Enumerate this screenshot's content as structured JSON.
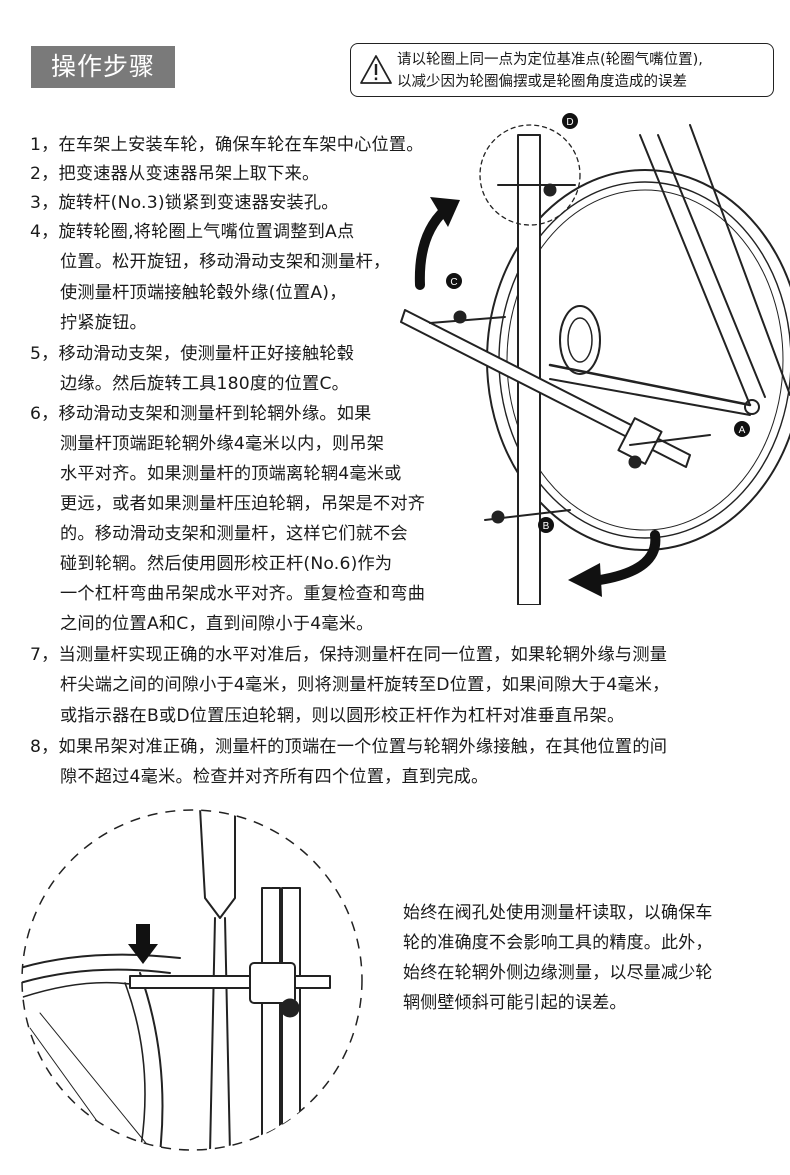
{
  "header": {
    "title": "操作步骤",
    "notice_lines": [
      "请以轮圈上同一点为定位基准点(轮圈气嘴位置),",
      "以减少因为轮圈偏摆或是轮圈角度造成的误差"
    ]
  },
  "steps": {
    "s1": "1，在车架上安装车轮，确保车轮在车架中心位置。",
    "s2": "2，把变速器从变速器吊架上取下来。",
    "s3": "3，旋转杆(No.3)锁紧到变速器安装孔。",
    "s4a": "4，旋转轮圈,将轮圈上气嘴位置调整到A点",
    "s4b": "位置。松开旋钮，移动滑动支架和测量杆，",
    "s4c": "使测量杆顶端接触轮毂外缘(位置A)，",
    "s4d": "拧紧旋钮。",
    "s5a": "5，移动滑动支架，使测量杆正好接触轮毂",
    "s5b": "边缘。然后旋转工具180度的位置C。",
    "s6a": "6，移动滑动支架和测量杆到轮辋外缘。如果",
    "s6b": "测量杆顶端距轮辋外缘4毫米以内，则吊架",
    "s6c": "水平对齐。如果测量杆的顶端离轮辋4毫米或",
    "s6d": "更远，或者如果测量杆压迫轮辋，吊架是不对齐",
    "s6e": "的。移动滑动支架和测量杆，这样它们就不会",
    "s6f": "碰到轮辋。然后使用圆形校正杆(No.6)作为",
    "s6g": "一个杠杆弯曲吊架成水平对齐。重复检查和弯曲",
    "s6h": "之间的位置A和C，直到间隙小于4毫米。",
    "s7a": "7，当测量杆实现正确的水平对准后，保持测量杆在同一位置，如果轮辋外缘与测量",
    "s7b": "杆尖端之间的间隙小于4毫米，则将测量杆旋转至D位置，如果间隙大于4毫米，",
    "s7c": "或指示器在B或D位置压迫轮辋，则以圆形校正杆作为杠杆对准垂直吊架。",
    "s8a": "8，如果吊架对准正确，测量杆的顶端在一个位置与轮辋外缘接触，在其他位置的间",
    "s8b": "隙不超过4毫米。检查并对齐所有四个位置，直到完成。"
  },
  "figure_labels": {
    "a": "A",
    "b": "B",
    "c": "C",
    "d": "D"
  },
  "note_lines": [
    "始终在阀孔处使用测量杆读取，以确保车",
    "轮的准确度不会影响工具的精度。此外，",
    "始终在轮辋外侧边缘测量，以尽量减少轮",
    "辋侧壁倾斜可能引起的误差。"
  ]
}
